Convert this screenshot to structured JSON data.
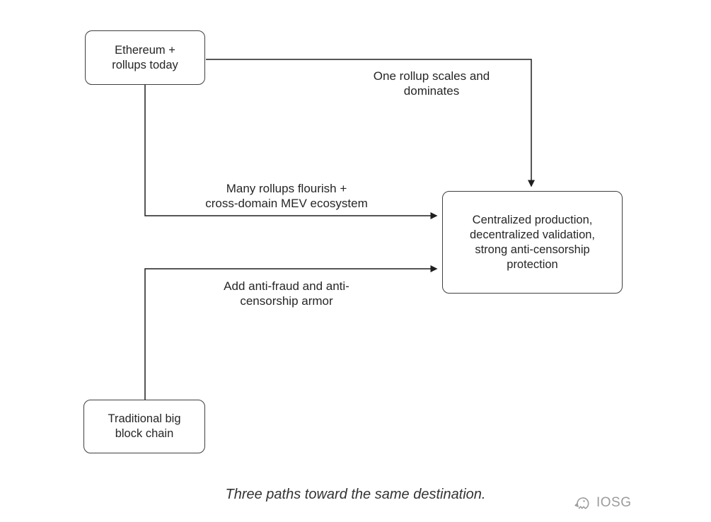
{
  "nodes": {
    "ethereum_rollups": {
      "label": "Ethereum +\nrollups today"
    },
    "traditional_big_block": {
      "label": "Traditional big\nblock chain"
    },
    "destination": {
      "label": "Centralized production,\ndecentralized validation,\nstrong anti-censorship\nprotection"
    }
  },
  "edges": {
    "one_rollup": {
      "label": "One rollup scales and\ndominates"
    },
    "many_rollups": {
      "label": "Many rollups flourish +\ncross-domain MEV ecosystem"
    },
    "anti_fraud": {
      "label": "Add anti-fraud and anti-\ncensorship armor"
    }
  },
  "caption": "Three paths toward the same destination.",
  "logo": {
    "text": "IOSG"
  },
  "colors": {
    "line": "#1f1f1f",
    "text": "#262626",
    "logo": "#9b9b9b",
    "background": "#ffffff"
  }
}
